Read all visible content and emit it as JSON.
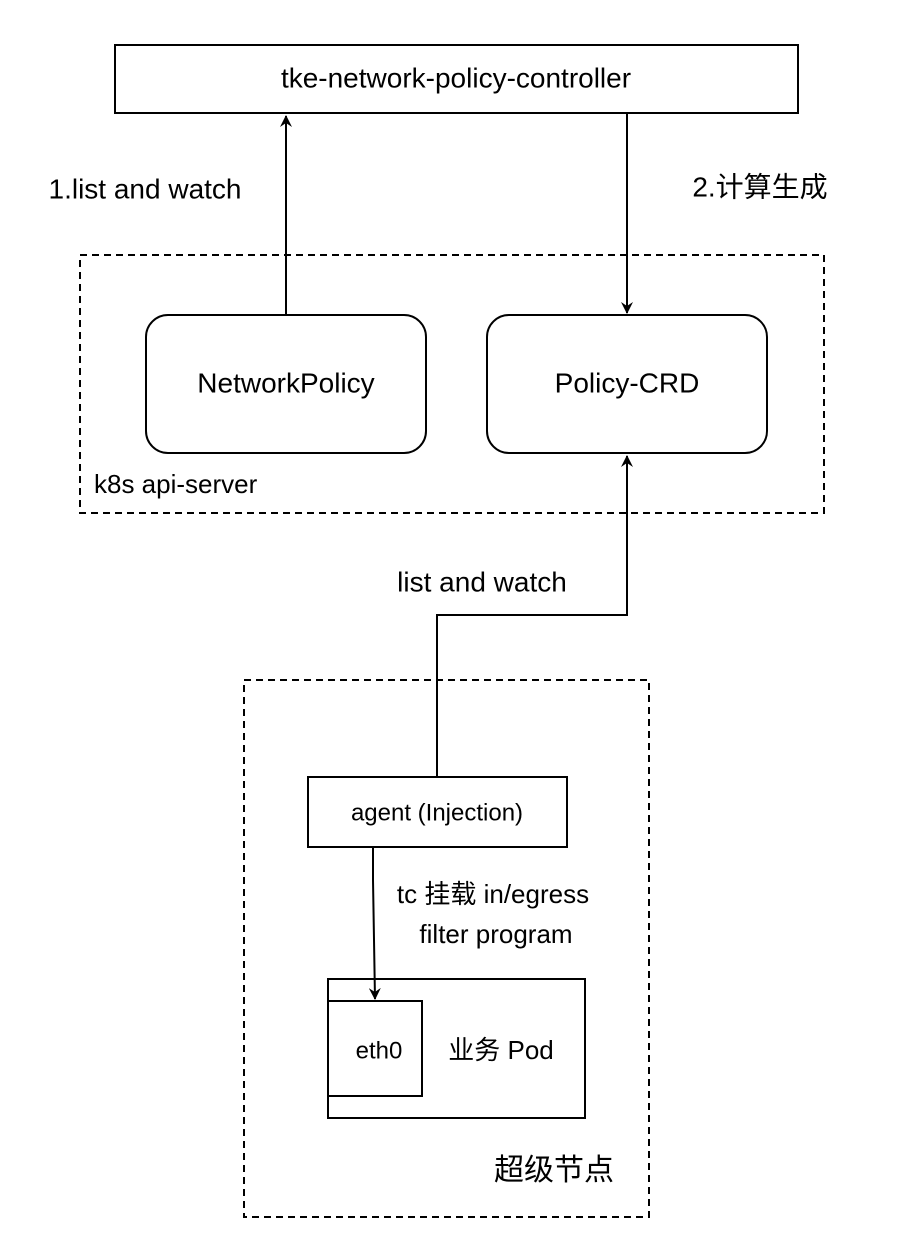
{
  "controller": {
    "label": "tke-network-policy-controller"
  },
  "edges": {
    "step1_label": "1.list and watch",
    "step2_label": "2.计算生成",
    "agent_watch_label": "list and watch",
    "tc_line1": "tc 挂载 in/egress",
    "tc_line2": "filter program"
  },
  "api_server": {
    "group_label": "k8s api-server",
    "network_policy": "NetworkPolicy",
    "policy_crd": "Policy-CRD"
  },
  "super_node": {
    "group_label": "超级节点",
    "agent": "agent (Injection)",
    "pod_label": "业务 Pod",
    "eth0": "eth0"
  }
}
